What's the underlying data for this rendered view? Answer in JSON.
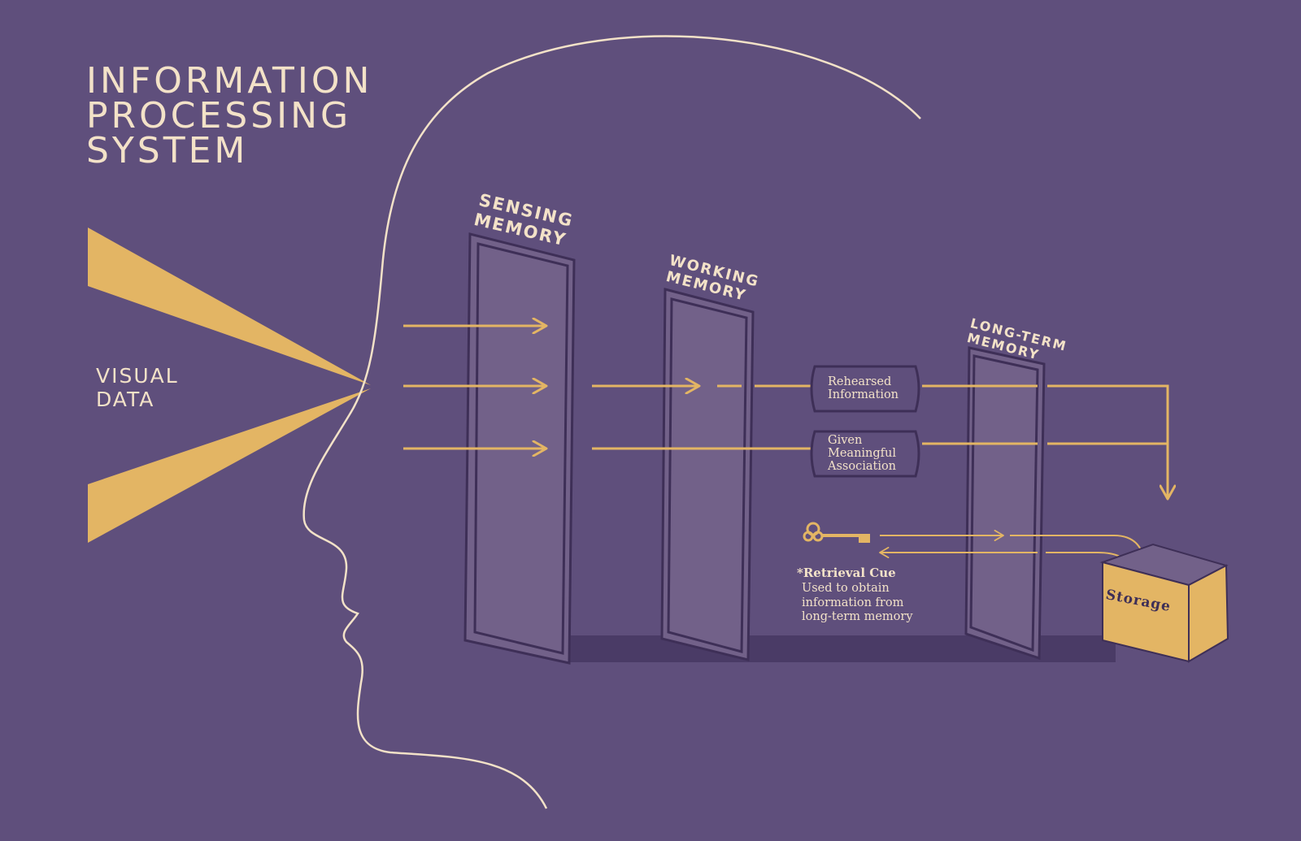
{
  "title": {
    "line1": "INFORMATION",
    "line2": "PROCESSING",
    "line3": "SYSTEM"
  },
  "input": {
    "line1": "VISUAL",
    "line2": "DATA"
  },
  "stages": {
    "sensing": {
      "line1": "SENSING",
      "line2": "MEMORY"
    },
    "working": {
      "line1": "WORKING",
      "line2": "MEMORY"
    },
    "long_term": {
      "line1": "LONG-TERM",
      "line2": "MEMORY"
    }
  },
  "paths": {
    "rehearsed": {
      "line1": "Rehearsed",
      "line2": "Information"
    },
    "meaningful": {
      "line1": "Given",
      "line2": "Meaningful",
      "line3": "Association"
    }
  },
  "retrieval": {
    "title": "*Retrieval Cue",
    "desc1": "Used to obtain",
    "desc2": "information from",
    "desc3": "long-term memory"
  },
  "storage": {
    "label": "Storage"
  },
  "colors": {
    "background": "#5f4f7c",
    "accent_gold": "#e3b564",
    "cream": "#f3e2c8",
    "panel_fill": "#726189",
    "panel_stroke": "#3e2f57",
    "shadow": "#4a3b66"
  },
  "icons": {
    "retrieval": "key-icon",
    "storage": "box-icon"
  }
}
